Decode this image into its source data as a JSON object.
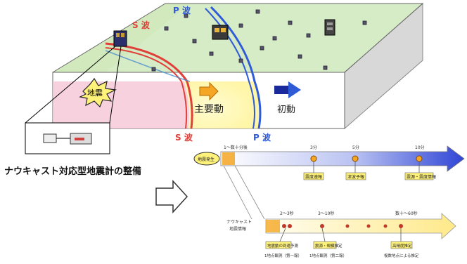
{
  "top_diagram": {
    "p_wave_top": "P 波",
    "s_wave_top": "S 波",
    "earthquake": "地震",
    "main_motion": "主要動",
    "initial_motion": "初動",
    "s_wave_bottom": "S 波",
    "p_wave_bottom": "P 波"
  },
  "caption": "ナウキャスト対応型地震計の整備",
  "timeline": {
    "start_label": "地震発生",
    "top_range": "1～数十分後",
    "marker_1_time": "3分",
    "marker_2_time": "5分",
    "marker_3_time": "10分",
    "marker_1_label": "震度速報",
    "marker_2_label": "津波予報",
    "marker_3_label": "震源・震度情報",
    "nowcast_label_1": "ナウキャスト",
    "nowcast_label_2": "地震情報",
    "range_a": "2～3秒",
    "range_b": "3～10秒",
    "range_c": "数十～60秒",
    "box_a_label": "地震動の到達予測",
    "box_b_label": "震源・規模推定",
    "box_c_label": "高精度推定",
    "note_a": "1地点観測（第一報）",
    "note_b": "1地点観測（第二報）",
    "note_c": "複数地点による推定"
  },
  "colors": {
    "top_arrow": "#3b4fd8",
    "bottom_arrow": "#fff3b0",
    "orange_block": "#f5a623",
    "s_wave": "#e0403a",
    "p_wave": "#2f5bd8"
  }
}
